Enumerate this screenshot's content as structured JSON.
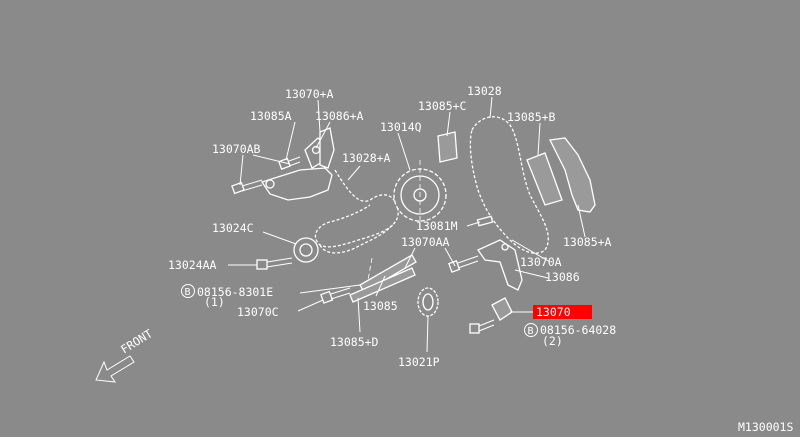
{
  "diagram": {
    "highlight_color": "#ff0000",
    "background_color": "#8a8a8a",
    "drawing_id": "M130001S",
    "front_label": "FRONT",
    "callouts": [
      {
        "id": "c13070A_top",
        "text": "13070+A"
      },
      {
        "id": "c13085A",
        "text": "13085A"
      },
      {
        "id": "c13086A",
        "text": "13086+A"
      },
      {
        "id": "c13070AB",
        "text": "13070AB"
      },
      {
        "id": "c13028A",
        "text": "13028+A"
      },
      {
        "id": "c13014Q",
        "text": "13014Q"
      },
      {
        "id": "c13085C",
        "text": "13085+C"
      },
      {
        "id": "c13028",
        "text": "13028"
      },
      {
        "id": "c13085B",
        "text": "13085+B"
      },
      {
        "id": "c13085Aright",
        "text": "13085+A"
      },
      {
        "id": "c13024C",
        "text": "13024C"
      },
      {
        "id": "c13081M",
        "text": "13081M"
      },
      {
        "id": "c13070AA",
        "text": "13070AA"
      },
      {
        "id": "c13070A_right",
        "text": "13070A"
      },
      {
        "id": "c13024AA",
        "text": "13024AA"
      },
      {
        "id": "c13086",
        "text": "13086"
      },
      {
        "id": "c08156_8301E",
        "text": "08156-8301E"
      },
      {
        "id": "c08156_8301E_qty",
        "text": "(1)"
      },
      {
        "id": "c13085",
        "text": "13085"
      },
      {
        "id": "c13070_hl",
        "text": "13070"
      },
      {
        "id": "c13070C",
        "text": "13070C"
      },
      {
        "id": "c08156_64028",
        "text": "08156-64028"
      },
      {
        "id": "c08156_64028_qty",
        "text": "(2)"
      },
      {
        "id": "c13085D",
        "text": "13085+D"
      },
      {
        "id": "c13021P",
        "text": "13021P"
      }
    ],
    "bolt_markers": [
      {
        "id": "b1",
        "text": "B"
      },
      {
        "id": "b2",
        "text": "B"
      }
    ]
  }
}
